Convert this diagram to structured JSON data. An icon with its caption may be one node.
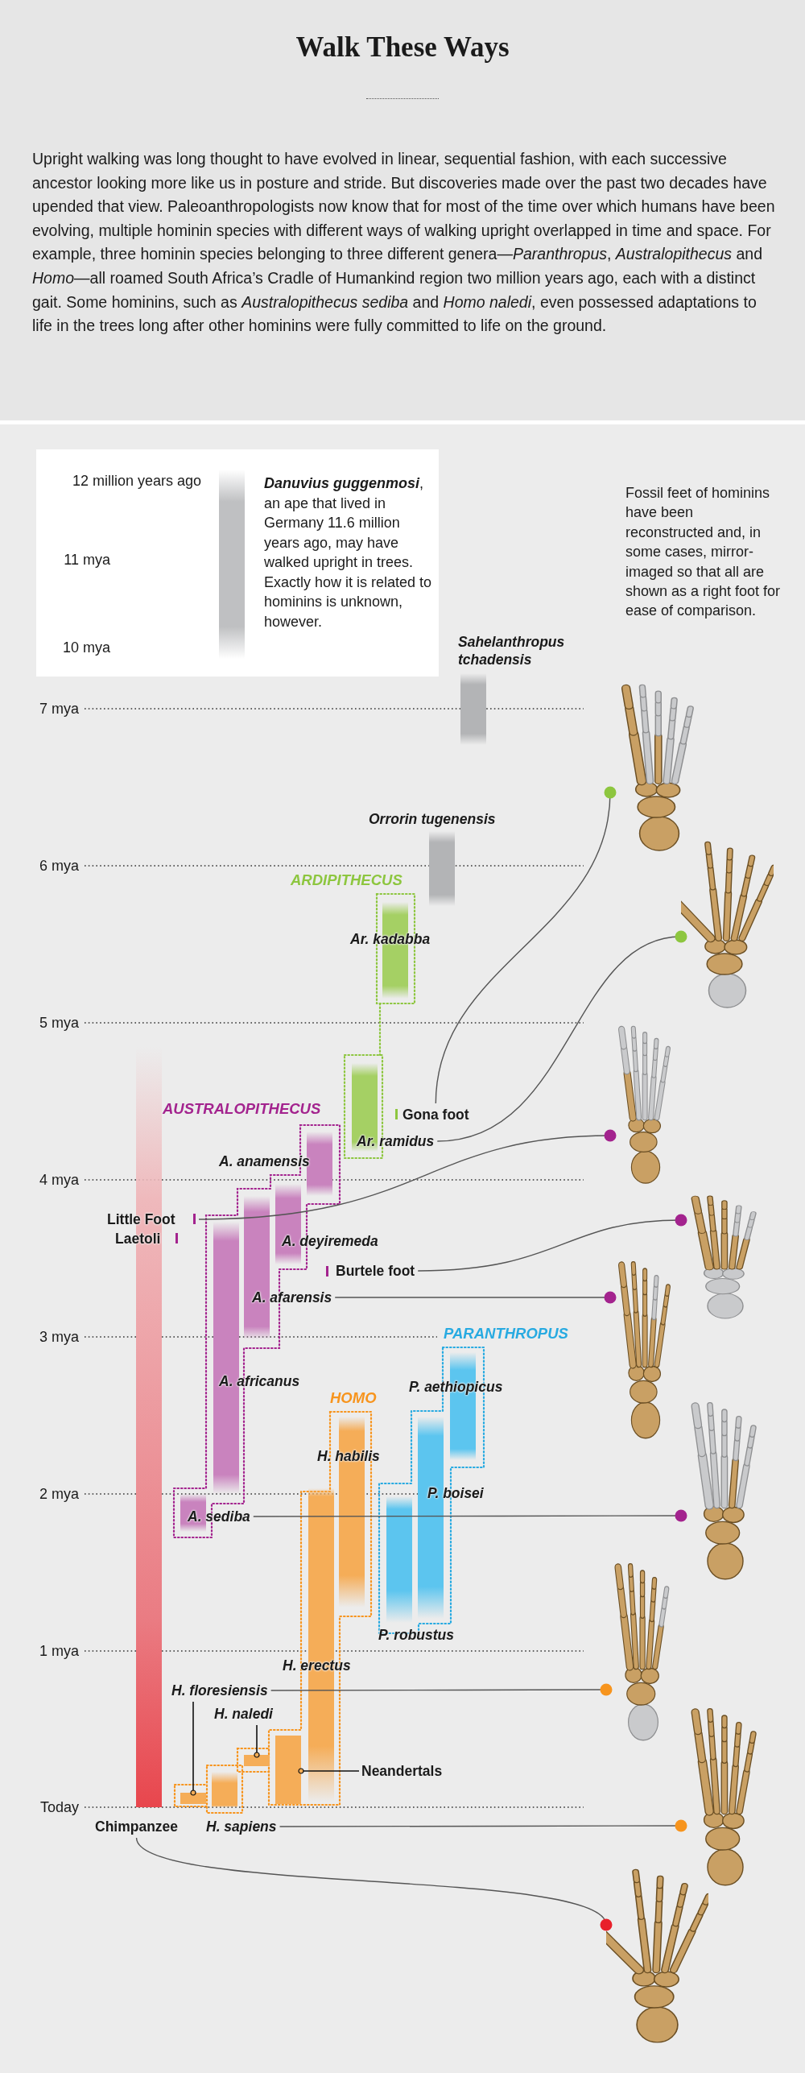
{
  "diagram": {
    "title": "Walk These Ways",
    "nodes": [
      {
        "text": [
          "**Danuvius guggenmosi**, an ape that lived in Germany 11.6 million years ago, may have walked upright in trees. Exactly how it is related to hominins is unknown, however."
        ]
      },
      {
        "text": [
          "Sahelanthropus tchadensis"
        ]
      },
      {
        "text": [
          "Orrorin tugenensis"
        ]
      },
      {
        "text": [
          "ARDIPITHECUS"
        ]
      },
      {
        "text": [
          "Ar. kadabba"
        ]
      },
      {
        "text": [
          "Ar. ramidus"
        ]
      },
      {
        "text": [
          "Gona foot"
        ]
      },
      {
        "text": [
          "AUSTRALOPITHECUS"
        ]
      },
      {
        "text": [
          "A. anamensis"
        ]
      },
      {
        "text": [
          "A. deyiremeda"
        ]
      },
      {
        "text": [
          "A. afarensis"
        ]
      },
      {
        "text": [
          "A. africanus"
        ]
      },
      {
        "text": [
          "A. sediba"
        ]
      },
      {
        "text": [
          "Little Foot"
        ]
      },
      {
        "text": [
          "Laetoli"
        ]
      },
      {
        "text": [
          "Burtele foot"
        ]
      },
      {
        "text": [
          "PARANTHROPUS"
        ]
      },
      {
        "text": [
          "P. aethiopicus"
        ]
      },
      {
        "text": [
          "P. boisei"
        ]
      },
      {
        "text": [
          "P. robustus"
        ]
      },
      {
        "text": [
          "HOMO"
        ]
      },
      {
        "text": [
          "H. habilis"
        ]
      },
      {
        "text": [
          "H. erectus"
        ]
      },
      {
        "text": [
          "H. floresiensis"
        ]
      },
      {
        "text": [],
        "shape": "bar"
      },
      {
        "text": [
          "H. naledi"
        ]
      },
      {
        "text": [],
        "shape": "bar"
      },
      {
        "text": [
          "Neandertals"
        ]
      },
      {
        "text": [],
        "shape": "bar"
      },
      {
        "text": [
          "H. sapiens"
        ]
      },
      {
        "text": [
          "Chimpanzee"
        ]
      },
      {
        "text": [],
        "shape": "picture"
      },
      {
        "text": [],
        "shape": "picture"
      },
      {
        "text": [],
        "shape": "picture"
      },
      {
        "text": [],
        "shape": "picture"
      },
      {
        "text": [],
        "shape": "picture"
      },
      {
        "text": [],
        "shape": "picture"
      },
      {
        "text": [],
        "shape": "picture"
      },
      {
        "text": [],
        "shape": "picture"
      },
      {
        "text": [],
        "shape": "picture"
      },
      {
        "text": [],
        "shape": "bar",
        "in": 0
      }
    ],
    "edges": [
      {
        "from": 6,
        "to": 31,
        "arrow": "other"
      },
      {
        "from": 5,
        "to": 32,
        "arrow": "other"
      },
      {
        "from": 13,
        "to": 33,
        "arrow": "other"
      },
      {
        "from": 15,
        "to": 34,
        "arrow": "other"
      },
      {
        "from": 10,
        "to": 35,
        "arrow": "other"
      },
      {
        "from": 12,
        "to": 36,
        "arrow": "other"
      },
      {
        "from": 23,
        "to": 37,
        "arrow": "other"
      },
      {
        "from": 29,
        "to": 38,
        "arrow": "other"
      },
      {
        "from": 30,
        "to": 39,
        "arrow": "other"
      },
      {
        "from": 23,
        "to": 24,
        "arrow": "other"
      },
      {
        "from": 25,
        "to": 26,
        "arrow": "other"
      },
      {
        "from": 27,
        "to": 28,
        "arrow": "other"
      }
    ],
    "labels": [
      "Upright walking was long thought to have evolved in linear, sequential fashion, with each successive ancestor looking more like us in posture and stride. But discoveries made over the past two decades have upended that view. Paleoanthropologists now know that for most of the time over which humans have been evolving, multiple hominin species with different ways of walking upright overlapped in time and space. For example, three hominin species belonging to three different genera—*Paranthropus*, *Australopithecus* and *Homo*—all roamed South Africa’s Cradle of Humankind region two million years ago, each with a distinct gait. Some hominins, such as *Australopithecus sediba* and *Homo naledi*, even possessed adaptations to life in the trees long after other hominins were fully committed to life on the ground.",
      "12 million years ago",
      "11 mya",
      "10 mya",
      "Fossil feet of hominins have been reconstructed and, in some cases, mirror-imaged so that all are shown as a right foot for ease of comparison.",
      "7 mya",
      "6 mya",
      "5 mya",
      "4 mya",
      "3 mya",
      "2 mya",
      "1 mya",
      "Today"
    ]
  }
}
